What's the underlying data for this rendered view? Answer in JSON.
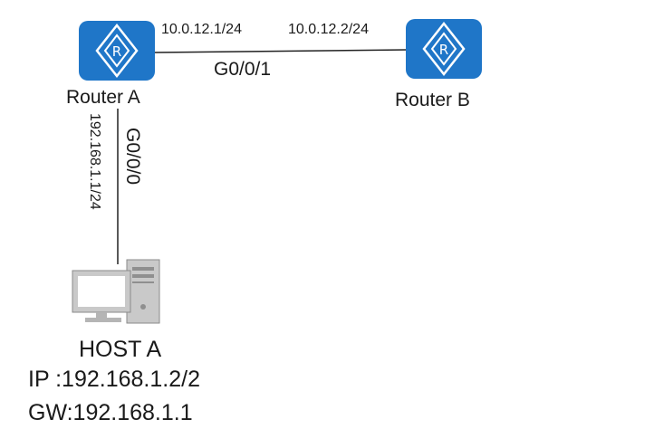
{
  "diagram": {
    "routers": {
      "a": {
        "name": "Router A",
        "icon": "router-icon",
        "color": "#1f76c8"
      },
      "b": {
        "name": "Router B",
        "icon": "router-icon",
        "color": "#1f76c8"
      }
    },
    "host": {
      "name": "HOST A",
      "icon": "computer-icon",
      "ip": "IP :192.168.1.2/2",
      "gw": "GW:192.168.1.1"
    },
    "links": {
      "a_b": {
        "a_ip": "10.0.12.1/24",
        "b_ip": "10.0.12.2/24",
        "interface": "G0/0/1"
      },
      "a_host": {
        "a_ip": "192.168.1.1/24",
        "interface": "G0/0/0"
      }
    }
  }
}
